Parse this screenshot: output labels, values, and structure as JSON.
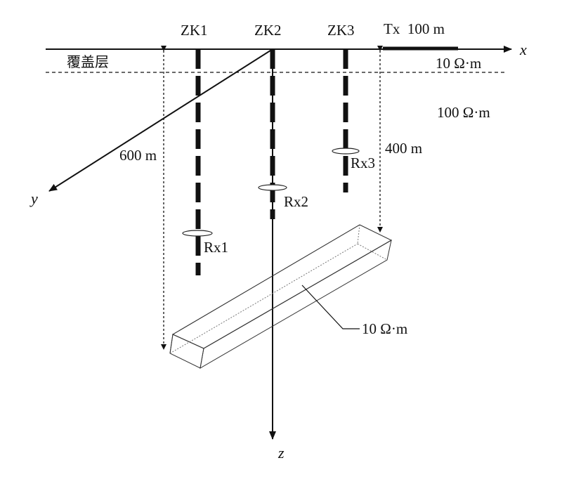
{
  "labels": {
    "zk1": "ZK1",
    "zk2": "ZK2",
    "zk3": "ZK3",
    "tx": "Tx  100 m",
    "x_axis": "x",
    "y_axis": "y",
    "z_axis": "z",
    "cover_layer": "覆盖层",
    "cover_resistivity": "10 Ω·m",
    "host_resistivity": "100 Ω·m",
    "depth_600": "600 m",
    "depth_400": "400 m",
    "rx1": "Rx1",
    "rx2": "Rx2",
    "rx3": "Rx3",
    "body_resistivity": "10 Ω·m"
  }
}
